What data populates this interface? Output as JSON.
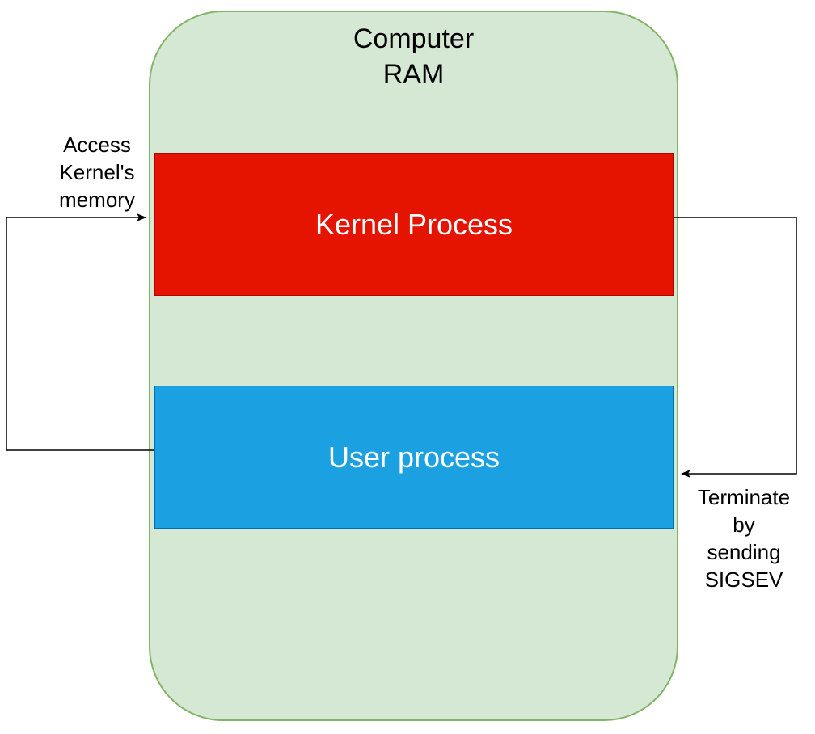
{
  "diagram": {
    "container": {
      "title": "Computer\nRAM",
      "fill": "#d5e8d4",
      "stroke": "#82b366"
    },
    "kernel_box": {
      "label": "Kernel Process",
      "fill": "#e51400",
      "stroke": "#b20000"
    },
    "user_box": {
      "label": "User process",
      "fill": "#1ba1e2",
      "stroke": "#006eaf"
    },
    "edges": [
      {
        "from": "User process",
        "to": "Kernel Process",
        "label": "Access\nKernel's\nmemory"
      },
      {
        "from": "Kernel Process",
        "to": "User process",
        "label": "Terminate\nby\nsending\nSIGSEV"
      }
    ]
  }
}
